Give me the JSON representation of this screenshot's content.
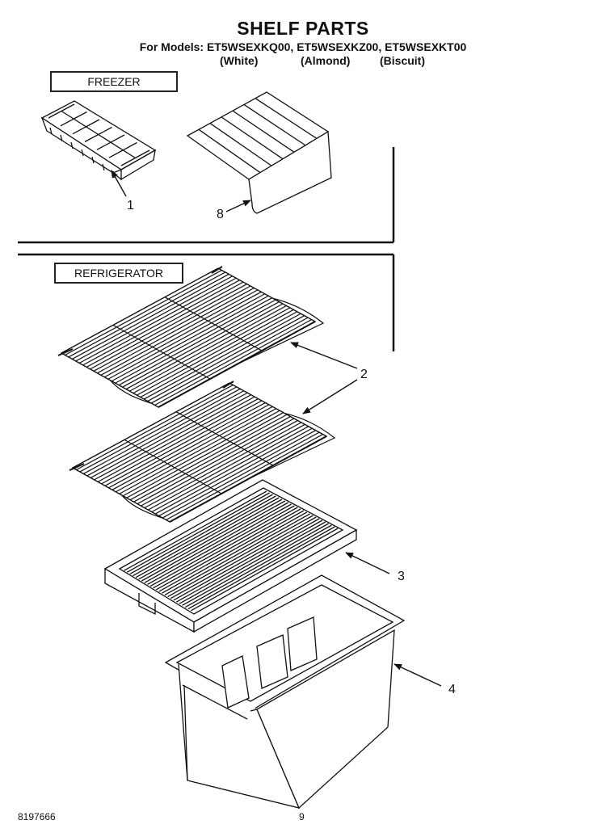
{
  "header": {
    "title": "SHELF PARTS",
    "models_line": "For Models: ET5WSEXKQ00, ET5WSEXKZ00, ET5WSEXKT00",
    "variants": [
      "(White)",
      "(Almond)",
      "(Biscuit)"
    ]
  },
  "sections": {
    "freezer": "FREEZER",
    "refrigerator": "REFRIGERATOR"
  },
  "callouts": {
    "ice_tray": "1",
    "freezer_shelf": "8",
    "wire_shelves": "2",
    "glass_shelf": "3",
    "crisper_bin": "4"
  },
  "footer": {
    "part_number": "8197666",
    "page_number": "9"
  }
}
